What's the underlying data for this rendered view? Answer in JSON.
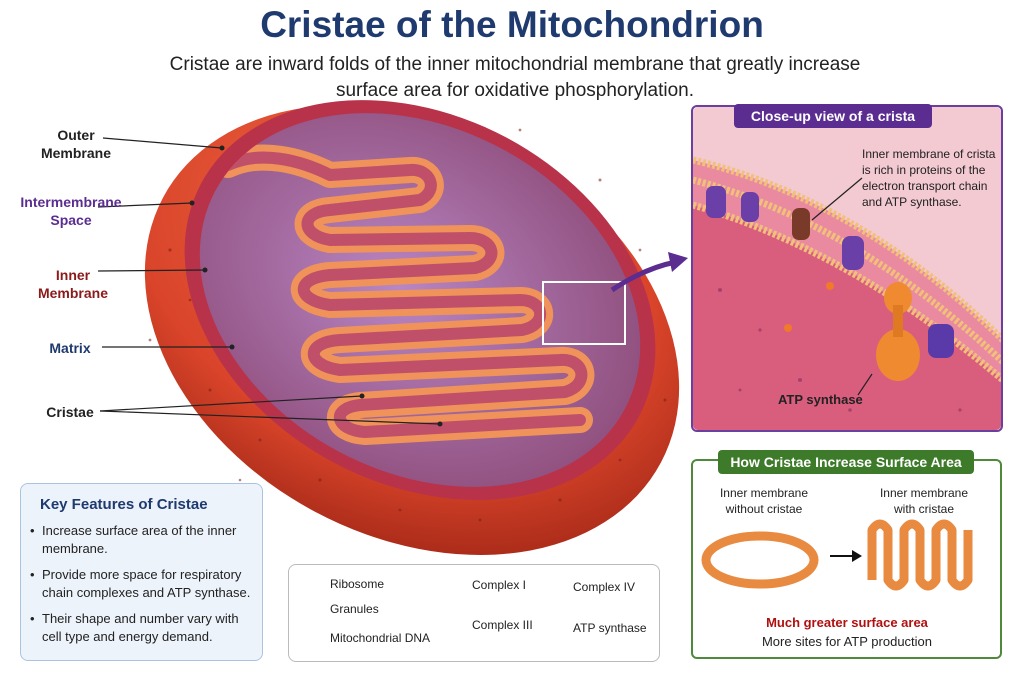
{
  "title": "Cristae of the Mitochondrion",
  "subtitle": "Cristae are inward folds of the inner mitochondrial membrane that greatly increase surface area for oxidative phosphorylation.",
  "labels": {
    "outer_membrane": "Outer Membrane",
    "intermembrane_space": "Intermembrane Space",
    "inner_membrane": "Inner Membrane",
    "matrix": "Matrix",
    "cristae": "Cristae"
  },
  "closeup": {
    "heading": "Close-up view of a crista",
    "note": "Inner membrane of crista is rich in proteins of the electron transport chain and ATP synthase.",
    "atp_label": "ATP synthase"
  },
  "surface_area": {
    "heading": "How Cristae Increase Surface Area",
    "left_caption": "Inner membrane without cristae",
    "right_caption": "Inner membrane with cristae",
    "highlight": "Much greater surface area",
    "detail": "More sites for ATP production"
  },
  "features": {
    "title": "Key Features of Cristae",
    "items": [
      "Increase surface area of the inner membrane.",
      "Provide more space for respiratory chain complexes and ATP synthase.",
      "Their shape and number vary with cell type and energy demand."
    ]
  },
  "legend": {
    "ribosome": "Ribosome",
    "granules": "Granules",
    "mtdna": "Mitochondrial DNA",
    "complex1": "Complex I",
    "complex3": "Complex III",
    "complex4": "Complex IV",
    "atp_synthase": "ATP synthase"
  },
  "colors": {
    "title": "#1f3a6e",
    "outer_membrane": "#d9442a",
    "intermembrane_label": "#5b2d91",
    "inner_membrane_label": "#8b1a1a",
    "matrix_label": "#1f3a6e",
    "highlight": "#b01010"
  }
}
